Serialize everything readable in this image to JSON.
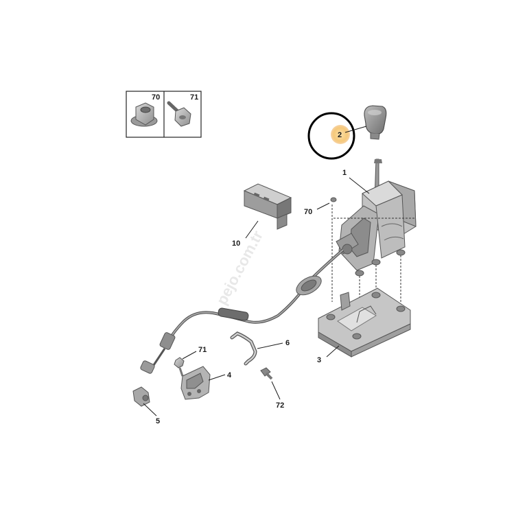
{
  "inset": {
    "labels": [
      "70",
      "71"
    ]
  },
  "callouts": [
    "1",
    "2",
    "3",
    "4",
    "5",
    "6",
    "10",
    "70",
    "71",
    "72"
  ],
  "watermark": "pejo.com.tr",
  "highlight": {
    "part": "2",
    "fill_color": "#f6c97a",
    "ring_color": "#000000"
  },
  "colors": {
    "part_fill": "#b9b9b9",
    "part_dark": "#8a8a8a",
    "part_light": "#d4d4d4",
    "line": "#1a1a1a"
  }
}
